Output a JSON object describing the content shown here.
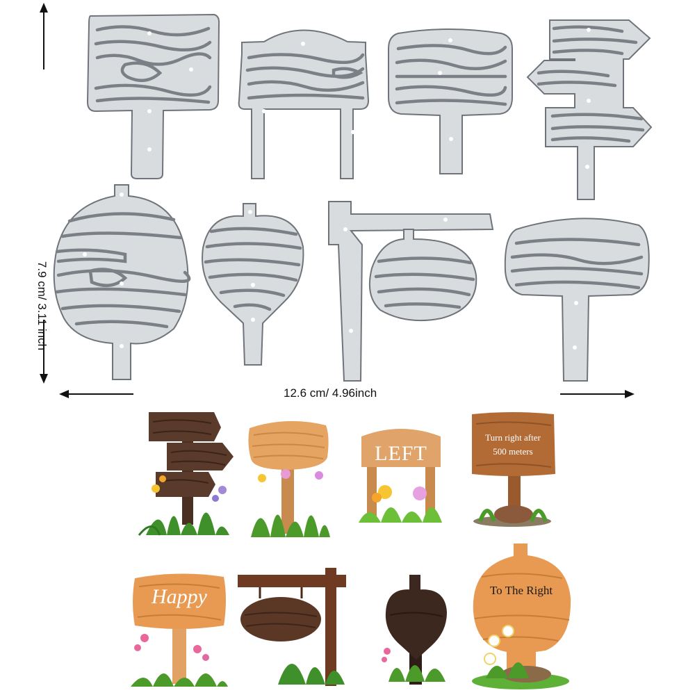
{
  "dimensions": {
    "height_label": "7.9 cm/ 3.11 inch",
    "width_label": "12.6  cm/  4.96inch"
  },
  "sample_texts": {
    "left": "LEFT",
    "turn_right": "Turn right after\n500 meters",
    "happy": "Happy",
    "to_the_right": "To The Right"
  },
  "colors": {
    "die_fill": "#d9dcdf",
    "die_outline": "#6f747a",
    "wood_light": "#e6a463",
    "wood_dark": "#5a3a2a",
    "wood_medium": "#a86a3c",
    "grass": "#4c9a2a"
  }
}
